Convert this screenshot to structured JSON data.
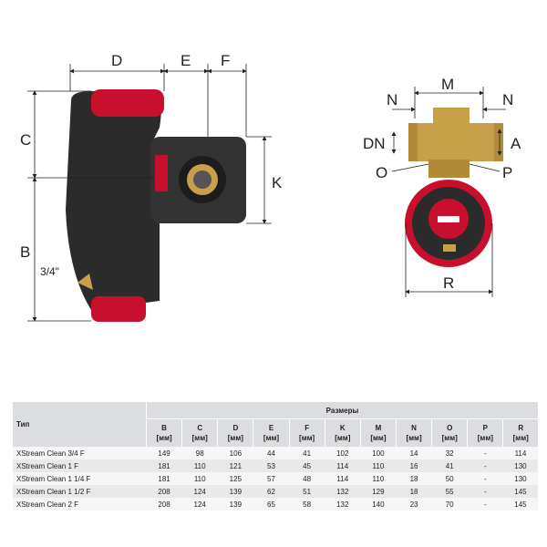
{
  "drawing_labels": {
    "D": "D",
    "E": "E",
    "F": "F",
    "C": "C",
    "B": "B",
    "K": "K",
    "inch": "3/4\"",
    "M": "M",
    "N_left": "N",
    "N_right": "N",
    "DN": "DN",
    "A": "A",
    "O": "O",
    "P": "P",
    "R": "R"
  },
  "colors": {
    "body": "#2a2a2a",
    "red": "#c8102e",
    "brass": "#c9a04a"
  },
  "table": {
    "type_header": "Тип",
    "group_header": "Размеры",
    "columns": [
      {
        "letter": "B",
        "unit": "[мм]"
      },
      {
        "letter": "C",
        "unit": "[мм]"
      },
      {
        "letter": "D",
        "unit": "[мм]"
      },
      {
        "letter": "E",
        "unit": "[мм]"
      },
      {
        "letter": "F",
        "unit": "[мм]"
      },
      {
        "letter": "K",
        "unit": "[мм]"
      },
      {
        "letter": "M",
        "unit": "[мм]"
      },
      {
        "letter": "N",
        "unit": "[мм]"
      },
      {
        "letter": "O",
        "unit": "[мм]"
      },
      {
        "letter": "P",
        "unit": "[мм]"
      },
      {
        "letter": "R",
        "unit": "[мм]"
      }
    ],
    "rows": [
      {
        "name": "XStream Clean 3/4 F",
        "values": [
          "149",
          "98",
          "106",
          "44",
          "41",
          "102",
          "100",
          "14",
          "32",
          "-",
          "114"
        ]
      },
      {
        "name": "XStream Clean 1 F",
        "values": [
          "181",
          "110",
          "121",
          "53",
          "45",
          "114",
          "110",
          "16",
          "41",
          "-",
          "130"
        ]
      },
      {
        "name": "XStream Clean 1 1/4 F",
        "values": [
          "181",
          "110",
          "125",
          "57",
          "48",
          "114",
          "110",
          "18",
          "50",
          "-",
          "130"
        ]
      },
      {
        "name": "XStream Clean 1 1/2 F",
        "values": [
          "208",
          "124",
          "139",
          "62",
          "51",
          "132",
          "129",
          "18",
          "55",
          "-",
          "145"
        ]
      },
      {
        "name": "XStream Clean 2 F",
        "values": [
          "208",
          "124",
          "139",
          "65",
          "58",
          "132",
          "140",
          "23",
          "70",
          "-",
          "145"
        ]
      }
    ]
  }
}
